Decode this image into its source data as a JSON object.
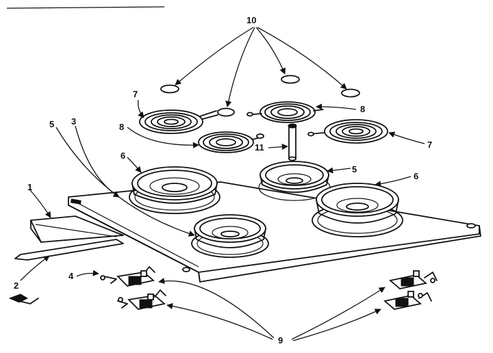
{
  "callouts": {
    "c1": "1",
    "c2": "2",
    "c3": "3",
    "c4": "4",
    "c5a": "5",
    "c5b": "5",
    "c6a": "6",
    "c6b": "6",
    "c7a": "7",
    "c7b": "7",
    "c8a": "8",
    "c8b": "8",
    "c9": "9",
    "c10": "10",
    "c11": "11"
  },
  "colors": {
    "ink": "#111111",
    "paper": "#ffffff"
  }
}
